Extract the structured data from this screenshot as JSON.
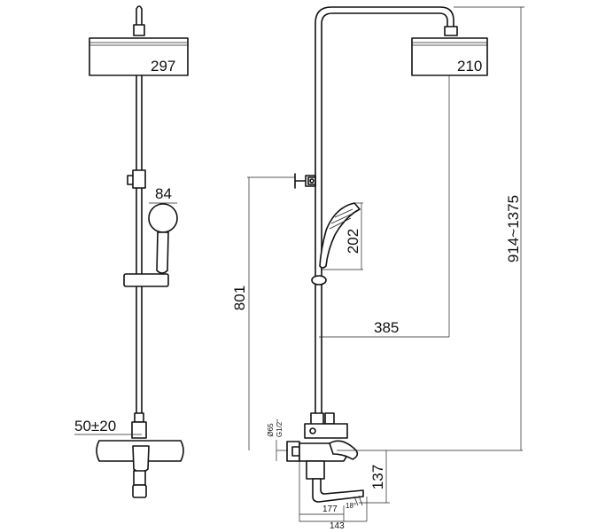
{
  "front_view": {
    "dims": {
      "head_diameter": "297",
      "handshower_width": "84",
      "inlet_spacing": "50±20"
    }
  },
  "side_view": {
    "dims": {
      "head_diameter": "210",
      "handshower_length": "202",
      "wall_bracket_height": "801",
      "arm_reach": "385",
      "height_adjust": "914~1375",
      "mixer_height": "137",
      "spout_reach": "177",
      "mixer_depth": "143",
      "spout_angle": "18°",
      "flange_diameter": "Ø65",
      "thread": "G1/2\""
    }
  },
  "colors": {
    "line": "#111111",
    "background": "#ffffff"
  }
}
